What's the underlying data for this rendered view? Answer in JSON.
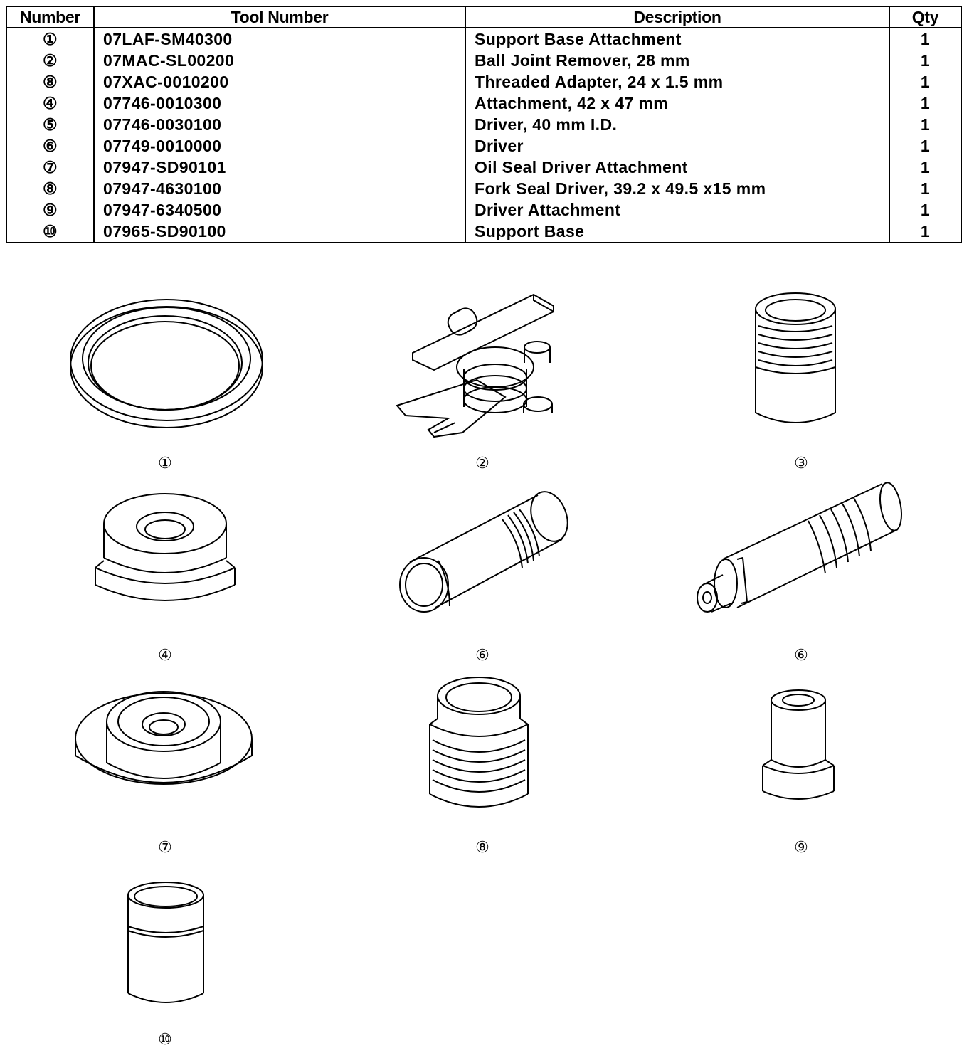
{
  "table": {
    "headers": {
      "number": "Number",
      "tool": "Tool Number",
      "description": "Description",
      "qty": "Qty"
    },
    "rows": [
      {
        "num": "①",
        "tool": "07LAF-SM40300",
        "desc": "Support Base Attachment",
        "qty": "1"
      },
      {
        "num": "②",
        "tool": "07MAC-SL00200",
        "desc": "Ball Joint Remover, 28 mm",
        "qty": "1"
      },
      {
        "num": "⑧",
        "tool": "07XAC-0010200",
        "desc": "Threaded Adapter, 24 x 1.5 mm",
        "qty": "1"
      },
      {
        "num": "④",
        "tool": "07746-0010300",
        "desc": "Attachment, 42 x 47 mm",
        "qty": "1"
      },
      {
        "num": "⑤",
        "tool": "07746-0030100",
        "desc": "Driver, 40 mm I.D.",
        "qty": "1"
      },
      {
        "num": "⑥",
        "tool": "07749-0010000",
        "desc": "Driver",
        "qty": "1"
      },
      {
        "num": "⑦",
        "tool": "07947-SD90101",
        "desc": "Oil Seal Driver Attachment",
        "qty": "1"
      },
      {
        "num": "⑧",
        "tool": "07947-4630100",
        "desc": "Fork Seal Driver, 39.2 x 49.5 x15 mm",
        "qty": "1"
      },
      {
        "num": "⑨",
        "tool": "07947-6340500",
        "desc": "Driver Attachment",
        "qty": "1"
      },
      {
        "num": "⑩",
        "tool": "07965-SD90100",
        "desc": "Support Base",
        "qty": "1"
      }
    ]
  },
  "figures": [
    {
      "caption": "①"
    },
    {
      "caption": "②"
    },
    {
      "caption": "③"
    },
    {
      "caption": "④"
    },
    {
      "caption": "⑥"
    },
    {
      "caption": "⑥"
    },
    {
      "caption": "⑦"
    },
    {
      "caption": "⑧"
    },
    {
      "caption": "⑨"
    },
    {
      "caption": "⑩"
    }
  ]
}
